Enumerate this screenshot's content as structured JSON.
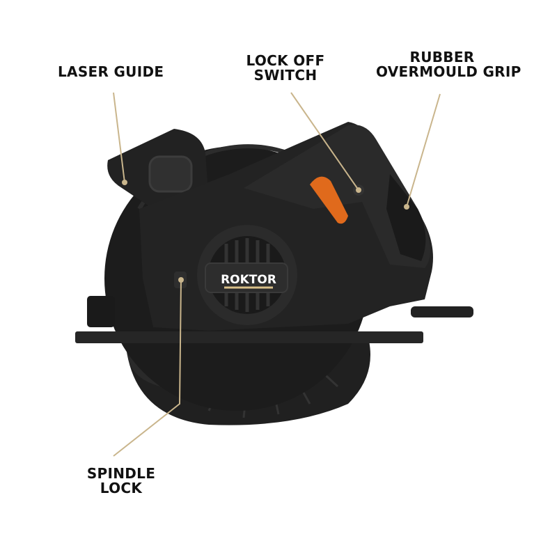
{
  "brand": "ROKTOR",
  "colors": {
    "leader_line": "#c9b58c",
    "body": "#1e1e1e",
    "trigger": "#e06a1c",
    "label": "#111111"
  },
  "callouts": [
    {
      "id": "laser-guide",
      "lines": [
        "LASER GUIDE"
      ]
    },
    {
      "id": "lock-off-switch",
      "lines": [
        "LOCK OFF",
        "SWITCH"
      ]
    },
    {
      "id": "rubber-grip",
      "lines": [
        "RUBBER",
        "OVERMOULD GRIP"
      ]
    },
    {
      "id": "spindle-lock",
      "lines": [
        "SPINDLE",
        "LOCK"
      ]
    }
  ]
}
